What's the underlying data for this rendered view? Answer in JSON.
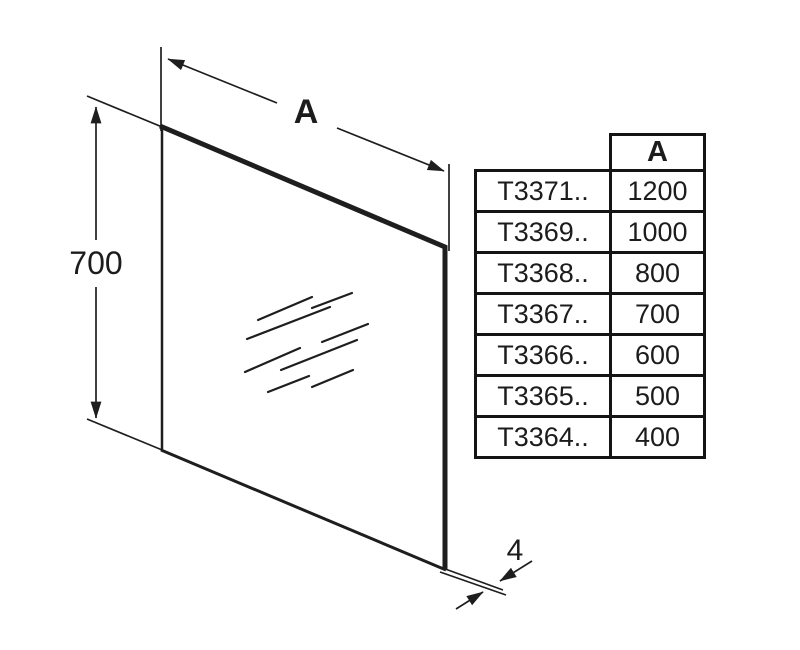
{
  "drawing": {
    "width_dim_label": "A",
    "height_dim_label": "700",
    "thickness_dim_label": "4"
  },
  "table": {
    "header_label": "A",
    "rows": [
      {
        "code": "T3371..",
        "value": "1200"
      },
      {
        "code": "T3369..",
        "value": "1000"
      },
      {
        "code": "T3368..",
        "value": "800"
      },
      {
        "code": "T3367..",
        "value": "700"
      },
      {
        "code": "T3366..",
        "value": "600"
      },
      {
        "code": "T3365..",
        "value": "500"
      },
      {
        "code": "T3364..",
        "value": "400"
      }
    ]
  },
  "colors": {
    "line": "#1e1e1e",
    "text": "#1c1c1c",
    "background": "#ffffff"
  }
}
